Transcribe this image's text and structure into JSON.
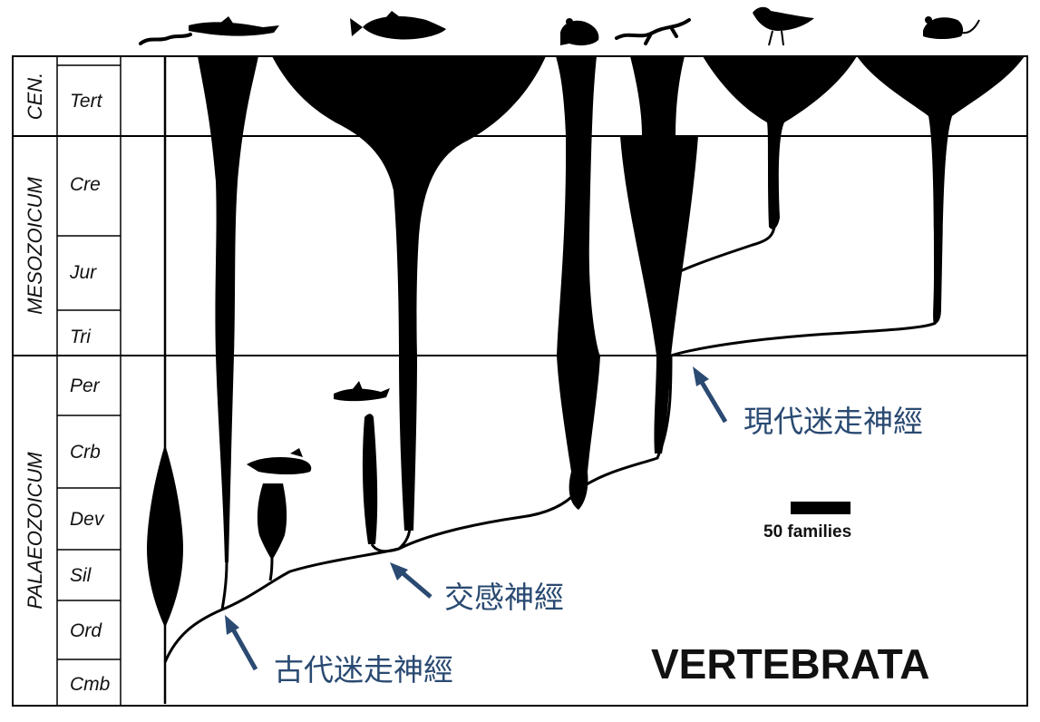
{
  "eras": [
    {
      "id": "cenozoic",
      "label": "CEN."
    },
    {
      "id": "mesozoic",
      "label": "MESOZOICUM"
    },
    {
      "id": "palaeozoic",
      "label": "PALAEOZOICUM"
    }
  ],
  "periods": [
    {
      "id": "tert",
      "label": "Tert"
    },
    {
      "id": "cre",
      "label": "Cre"
    },
    {
      "id": "jur",
      "label": "Jur"
    },
    {
      "id": "tri",
      "label": "Tri"
    },
    {
      "id": "per",
      "label": "Per"
    },
    {
      "id": "crb",
      "label": "Crb"
    },
    {
      "id": "dev",
      "label": "Dev"
    },
    {
      "id": "sil",
      "label": "Sil"
    },
    {
      "id": "ord",
      "label": "Ord"
    },
    {
      "id": "cmb",
      "label": "Cmb"
    }
  ],
  "annotations": {
    "modern_vagus": "現代迷走神經",
    "sympathetic": "交感神經",
    "ancient_vagus": "古代迷走神經"
  },
  "scale_bar": {
    "label": "50 families"
  },
  "title": "VERTEBRATA",
  "colors": {
    "ink": "#000000",
    "annotation": "#2a4a72"
  },
  "icons": [
    "lamprey-icon",
    "shark-icon",
    "bony-fish-icon",
    "frog-icon",
    "lizard-icon",
    "bird-icon",
    "mammal-icon",
    "placoderm-icon",
    "acanthodian-shark-icon"
  ]
}
